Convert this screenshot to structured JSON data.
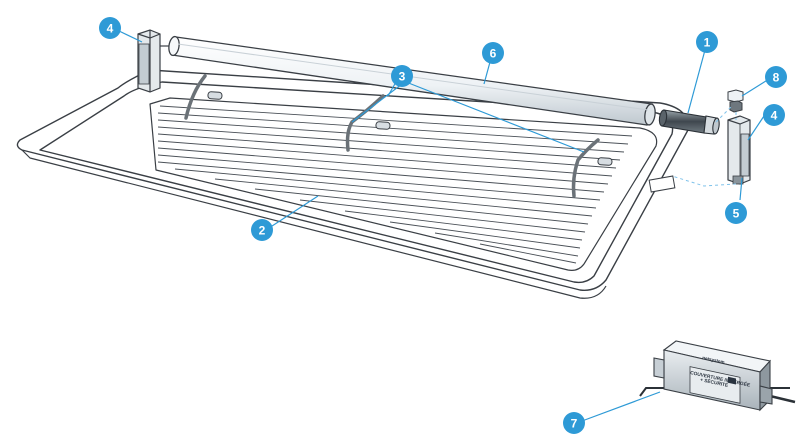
{
  "callouts": [
    {
      "id": "1",
      "label": "1"
    },
    {
      "id": "2",
      "label": "2"
    },
    {
      "id": "3",
      "label": "3"
    },
    {
      "id": "4a",
      "label": "4"
    },
    {
      "id": "4b",
      "label": "4"
    },
    {
      "id": "5",
      "label": "5"
    },
    {
      "id": "6",
      "label": "6"
    },
    {
      "id": "7",
      "label": "7"
    },
    {
      "id": "8",
      "label": "8"
    }
  ],
  "power_supply": {
    "brand": "netsystem",
    "title_line1": "COUVERTURE IMMERGÉE",
    "title_line2": "+ SÉCURITÉ"
  },
  "colors": {
    "callout": "#2e9ad6",
    "line": "#3a3f45",
    "tube_light": "#f3f6f8",
    "tube_shade": "#c9d1d7",
    "dashed": "#7fc2ea"
  }
}
